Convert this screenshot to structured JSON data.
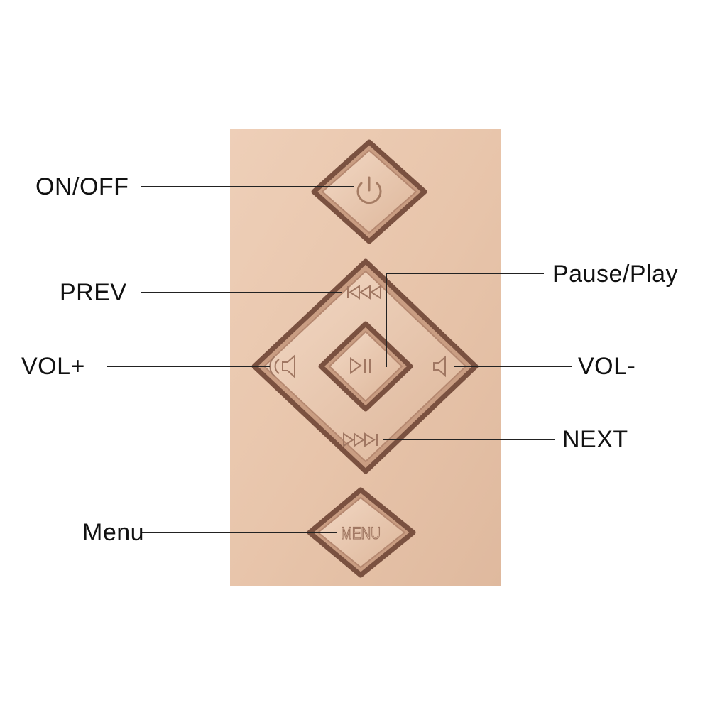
{
  "panel": {
    "face_color": "#e9c7ad",
    "groove_color": "#7a5140"
  },
  "buttons": {
    "power": {
      "icon": "power-icon"
    },
    "prev": {
      "icon": "skip-previous-icon"
    },
    "next": {
      "icon": "skip-next-icon"
    },
    "play_pause": {
      "icon": "play-pause-icon"
    },
    "vol_up": {
      "icon": "volume-up-icon"
    },
    "vol_down": {
      "icon": "volume-down-icon"
    },
    "menu": {
      "engraving": "MENU"
    }
  },
  "labels": {
    "on_off": "ON/OFF",
    "prev": "PREV",
    "pause_play": "Pause/Play",
    "vol_plus": "VOL+",
    "vol_minus": "VOL-",
    "next": "NEXT",
    "menu": "Menu"
  }
}
